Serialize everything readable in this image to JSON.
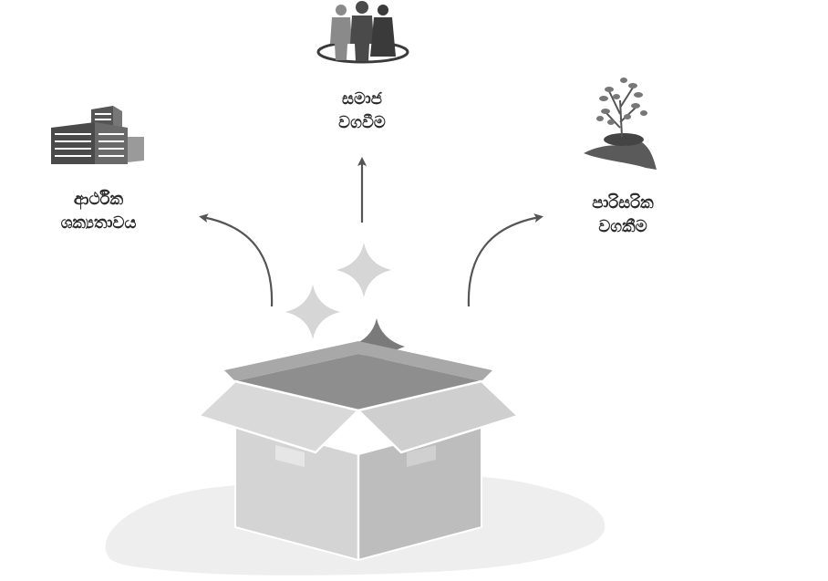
{
  "labels": {
    "social": {
      "line1": "සමාජ",
      "line2": "වගවීම"
    },
    "economic": {
      "line1": "ආර්ථික",
      "line2": "ශක්‍යතාවය"
    },
    "environmental": {
      "line1": "පාරිසරික",
      "line2": "වගකීම"
    }
  },
  "icons": {
    "social": "people-group-icon",
    "economic": "office-buildings-icon",
    "environmental": "plant-in-hand-icon",
    "center": "open-box-icon"
  },
  "colors": {
    "arrow": "#555555",
    "sparkle_light": "#d6d6d6",
    "sparkle_dark": "#7a7a7a",
    "box_light": "#d4d4d4",
    "box_mid": "#bdbdbd",
    "box_dark": "#8e8e8e",
    "shadow": "#eeeeee"
  }
}
